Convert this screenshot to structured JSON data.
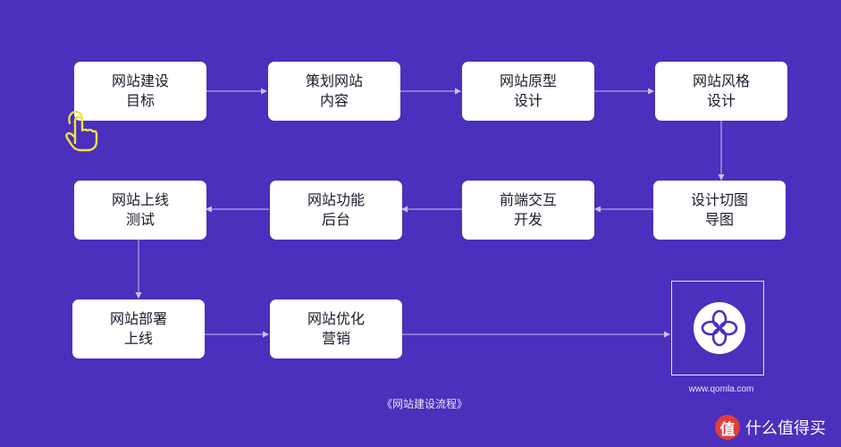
{
  "steps": [
    {
      "line1": "网站建设",
      "line2": "目标"
    },
    {
      "line1": "策划网站",
      "line2": "内容"
    },
    {
      "line1": "网站原型",
      "line2": "设计"
    },
    {
      "line1": "网站风格",
      "line2": "设计"
    },
    {
      "line1": "设计切图",
      "line2": "导图"
    },
    {
      "line1": "前端交互",
      "line2": "开发"
    },
    {
      "line1": "网站功能",
      "line2": "后台"
    },
    {
      "line1": "网站上线",
      "line2": "测试"
    },
    {
      "line1": "网站部署",
      "line2": "上线"
    },
    {
      "line1": "网站优化",
      "line2": "营销"
    }
  ],
  "caption": "《网站建设流程》",
  "logo": {
    "url": "www.qomla.com"
  },
  "watermark": {
    "badge": "值",
    "text": "什么值得买"
  },
  "colors": {
    "background": "#4b2fbd",
    "box": "#ffffff",
    "arrow": "#c9c2ee",
    "cursor": "#f1e43c",
    "watermark_badge": "#e43b3b"
  },
  "icons": {
    "cursor": "hand-pointer-icon",
    "logo": "qomla-logo-icon"
  }
}
